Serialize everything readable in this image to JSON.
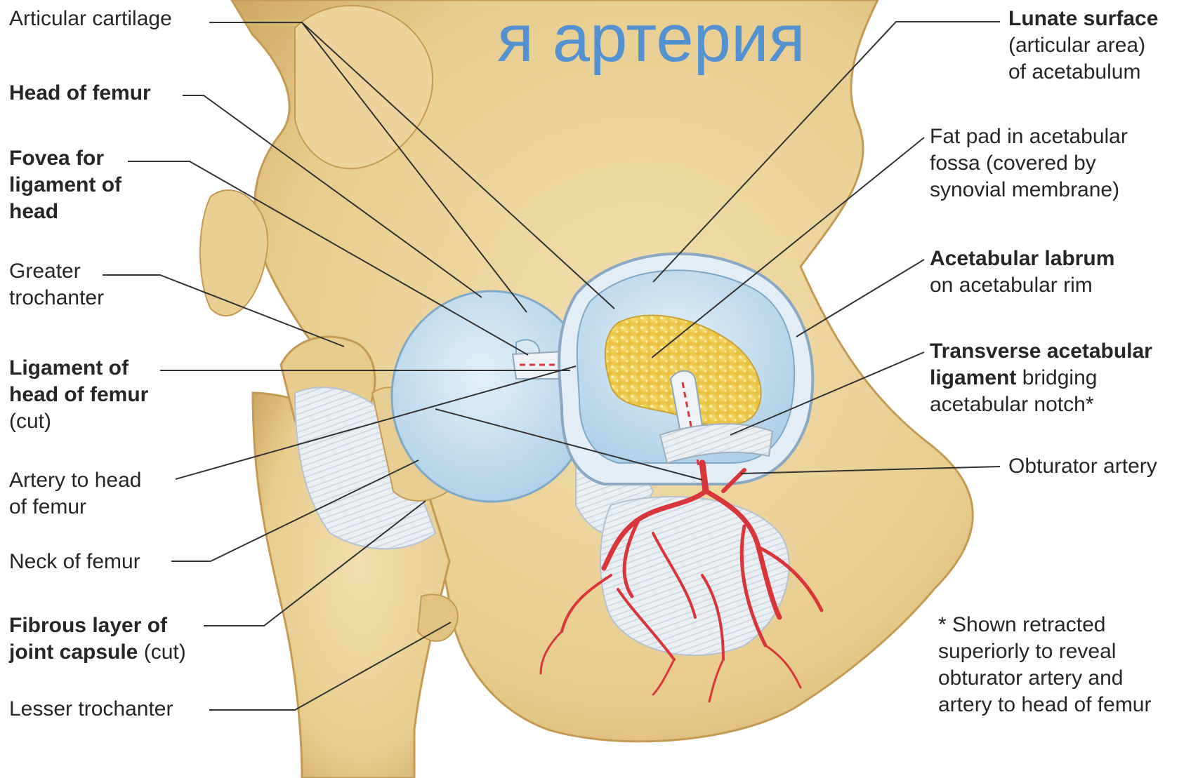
{
  "overlay_text": "я артерия",
  "colors": {
    "bone": "#ecd49c",
    "bone_shadow": "#c9a862",
    "cartilage": "#c6e0f0",
    "ligament": "#e6ecf2",
    "fat_pad": "#f1cf52",
    "artery": "#d8363a",
    "overlay_text": "#4a8fd4"
  },
  "labels_left": {
    "articular_cartilage": "Articular cartilage",
    "head_of_femur": "Head of femur",
    "fovea": [
      "Fovea for",
      "ligament of",
      "head"
    ],
    "greater_trochanter": [
      "Greater",
      "trochanter"
    ],
    "ligament_head": [
      "Ligament of",
      "head of femur"
    ],
    "ligament_head_note": "(cut)",
    "artery_to_head": [
      "Artery to head",
      "of femur"
    ],
    "neck_of_femur": "Neck of femur",
    "fibrous_layer": [
      "Fibrous layer of",
      "joint capsule"
    ],
    "fibrous_layer_note": "(cut)",
    "lesser_trochanter": "Lesser trochanter"
  },
  "labels_right": {
    "lunate_surface_bold": "Lunate surface",
    "lunate_surface_rest": [
      "(articular area)",
      "of acetabulum"
    ],
    "fat_pad": [
      "Fat pad in acetabular",
      "fossa (covered by",
      "synovial membrane)"
    ],
    "acetabular_labrum_bold": "Acetabular labrum",
    "acetabular_labrum_rest": "on acetabular rim",
    "transverse_bold_1": "Transverse acetabular",
    "transverse_bold_2": "ligament",
    "transverse_rest_2": "bridging",
    "transverse_rest_3": "acetabular notch*",
    "obturator_artery": "Obturator artery"
  },
  "footnote": [
    "* Shown retracted",
    "superiorly to reveal",
    "obturator artery and",
    "artery to head of femur"
  ]
}
